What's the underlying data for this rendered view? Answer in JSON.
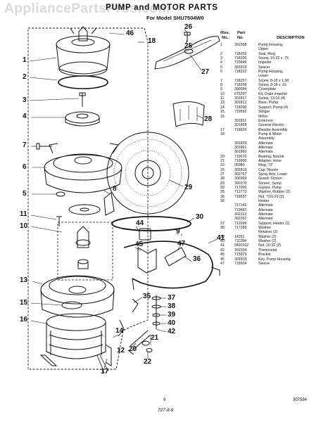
{
  "watermark": "AppliancePartsPros.com",
  "header": {
    "title": "PUMP and MOTOR PARTS",
    "model": "For Model SHU7504W0"
  },
  "table": {
    "headers": {
      "illus": "Illus.",
      "no": "No.",
      "part": "Part",
      "part_no": "No.",
      "description": "DESCRIPTION"
    },
    "rows": [
      {
        "no": "1",
        "part": "301558",
        "desc": "Pump Housing,"
      },
      {
        "no": "",
        "part": "",
        "desc": "Upper"
      },
      {
        "no": "2",
        "part": "718259",
        "desc": "Seal, Ring"
      },
      {
        "no": "3",
        "part": "718326",
        "desc": "Screw, 10-32 x .75"
      },
      {
        "no": "4",
        "part": "719949",
        "desc": "Impeller"
      },
      {
        "no": "5",
        "part": "301619",
        "desc": "Spacer"
      },
      {
        "no": "6",
        "part": "718222",
        "desc": "Pump Housing,"
      },
      {
        "no": "",
        "part": "",
        "desc": "Lower"
      },
      {
        "no": "7",
        "part": "718257",
        "desc": "Screw, 8-18 x 1.38"
      },
      {
        "no": "8",
        "part": "718258",
        "desc": "Screw, 8-18 x .62"
      },
      {
        "no": "9",
        "part": "300084",
        "desc": "Coverplate"
      },
      {
        "no": "10",
        "part": "675297",
        "desc": "Kit, Drain Impeller"
      },
      {
        "no": "11",
        "part": "301817",
        "desc": "Screw, 13-16 (4)"
      },
      {
        "no": "13",
        "part": "301812",
        "desc": "Base, Pump"
      },
      {
        "no": "14",
        "part": "718260",
        "desc": "Support, Pump (4)"
      },
      {
        "no": "15",
        "part": "719592",
        "desc": "Slinger"
      },
      {
        "no": "16",
        "part": "",
        "desc": "Motor"
      },
      {
        "no": "",
        "part": "301811",
        "desc": "Emerson"
      },
      {
        "no": "",
        "part": "301858",
        "desc": "General Electric"
      },
      {
        "no": "17",
        "part": "718629",
        "desc": "Bleeder Assembly"
      },
      {
        "no": "18",
        "part": "",
        "desc": "Pump & Motor"
      },
      {
        "no": "",
        "part": "",
        "desc": "Assembly"
      },
      {
        "no": "",
        "part": "301829",
        "desc": "Alternate"
      },
      {
        "no": "",
        "part": "301861",
        "desc": "Alternate"
      },
      {
        "no": "",
        "part": "301860",
        "desc": "Alternate"
      },
      {
        "no": "20",
        "part": "719576",
        "desc": "Bearing, Nozzle"
      },
      {
        "no": "21",
        "part": "719950",
        "desc": "Adapter, Hose"
      },
      {
        "no": "22",
        "part": "95080",
        "desc": "Ring, \"O\""
      },
      {
        "no": "25",
        "part": "302816",
        "desc": "Cap, Nozzle"
      },
      {
        "no": "27",
        "part": "302767",
        "desc": "Spray Arm, Lower"
      },
      {
        "no": "28",
        "part": "300369",
        "desc": "Guard, Screen"
      },
      {
        "no": "29",
        "part": "300370",
        "desc": "Screen, Sump"
      },
      {
        "no": "30",
        "part": "717000",
        "desc": "Gasket, Pump"
      },
      {
        "no": "35",
        "part": "712773",
        "desc": "Washer, Rubber (2)"
      },
      {
        "no": "36",
        "part": "718537",
        "desc": "Nut, 7/16-20 (2)"
      },
      {
        "no": "36",
        "part": "",
        "desc": "Heater"
      },
      {
        "no": "",
        "part": "717141",
        "desc": "Alternate"
      },
      {
        "no": "",
        "part": "719687",
        "desc": "Alternate"
      },
      {
        "no": "",
        "part": "302113",
        "desc": "Alternate"
      },
      {
        "no": "",
        "part": "302362",
        "desc": "Alternate"
      },
      {
        "no": "37",
        "part": "712096",
        "desc": "Support, Heater (2)"
      },
      {
        "no": "38",
        "part": "717289",
        "desc": "Washer,"
      },
      {
        "no": "",
        "part": "",
        "desc": "Retainer (2)"
      },
      {
        "no": "39",
        "part": "14351",
        "desc": "Washer (2)"
      },
      {
        "no": "40",
        "part": "711284",
        "desc": "Washer (2)"
      },
      {
        "no": "41",
        "part": "9420162",
        "desc": "Nut, 10-32 (2)"
      },
      {
        "no": "42",
        "part": "302104",
        "desc": "Thermostat"
      },
      {
        "no": "45",
        "part": "715073",
        "desc": "Bracket"
      },
      {
        "no": "46",
        "part": "301916",
        "desc": "Key, Pump Housing"
      },
      {
        "no": "47",
        "part": "718924",
        "desc": "Sleeve"
      }
    ]
  },
  "callouts": [
    "46",
    "18",
    "1",
    "2",
    "3",
    "4",
    "7",
    "6",
    "5",
    "8",
    "11",
    "10",
    "13",
    "15",
    "16",
    "12",
    "14",
    "17",
    "20",
    "21",
    "22",
    "26",
    "25",
    "27",
    "28",
    "29",
    "30",
    "44",
    "45",
    "36",
    "35",
    "37",
    "38",
    "39",
    "40",
    "42",
    "47",
    "9",
    "41"
  ],
  "footer": {
    "page_number": "9",
    "code": "307594",
    "form_number": "727-8-9"
  }
}
